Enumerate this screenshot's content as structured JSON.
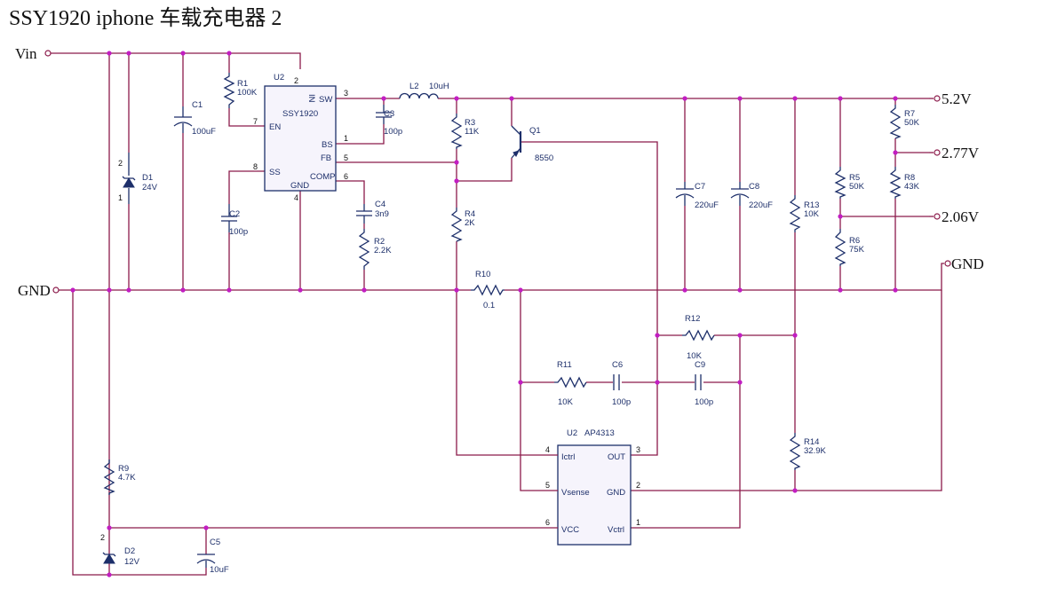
{
  "title": "SSY1920 iphone 车载充电器 2",
  "nets": {
    "vin": "Vin",
    "gnd_left": "GND",
    "gnd_right": "GND",
    "v52": "5.2V",
    "v277": "2.77V",
    "v206": "2.06V"
  },
  "u1": {
    "ref": "U2",
    "name": "SSY1920",
    "pins": {
      "in": "IN",
      "sw": "SW",
      "en": "EN",
      "bs": "BS",
      "fb": "FB",
      "ss": "SS",
      "comp": "COMP",
      "gnd": "GND"
    },
    "pin_numbers": {
      "in": "2",
      "sw": "3",
      "en": "7",
      "bs": "1",
      "fb": "5",
      "ss": "8",
      "comp": "6",
      "gnd": "4"
    }
  },
  "u2": {
    "ref": "U2",
    "name": "AP4313",
    "pins": {
      "ictrl": "Ictrl",
      "out": "OUT",
      "vsense": "Vsense",
      "gnd": "GND",
      "vcc": "VCC",
      "vctrl": "Vctrl"
    },
    "pin_numbers": {
      "ictrl": "4",
      "out": "3",
      "vsense": "5",
      "gnd": "2",
      "vcc": "6",
      "vctrl": "1"
    }
  },
  "components": {
    "c1": {
      "ref": "C1",
      "value": "100uF"
    },
    "d1": {
      "ref": "D1",
      "value": "24V",
      "pin_a": "2",
      "pin_b": "1"
    },
    "r1": {
      "ref": "R1",
      "value": "100K"
    },
    "c2": {
      "ref": "C2",
      "value": "100p"
    },
    "c3": {
      "ref": "C3",
      "value": "100p"
    },
    "c4": {
      "ref": "C4",
      "value": "3n9"
    },
    "r2": {
      "ref": "R2",
      "value": "2.2K"
    },
    "l2": {
      "ref": "L2",
      "value": "10uH"
    },
    "r3": {
      "ref": "R3",
      "value": "11K"
    },
    "r4": {
      "ref": "R4",
      "value": "2K"
    },
    "q1": {
      "ref": "Q1",
      "value": "8550"
    },
    "c7": {
      "ref": "C7",
      "value": "220uF"
    },
    "c8": {
      "ref": "C8",
      "value": "220uF"
    },
    "r13": {
      "ref": "R13",
      "value": "10K"
    },
    "r5": {
      "ref": "R5",
      "value": "50K"
    },
    "r6": {
      "ref": "R6",
      "value": "75K"
    },
    "r7": {
      "ref": "R7",
      "value": "50K"
    },
    "r8": {
      "ref": "R8",
      "value": "43K"
    },
    "r10": {
      "ref": "R10",
      "value": "0.1"
    },
    "r12": {
      "ref": "R12",
      "value": "10K"
    },
    "r11": {
      "ref": "R11",
      "value": "10K"
    },
    "c6": {
      "ref": "C6",
      "value": "100p"
    },
    "c9": {
      "ref": "C9",
      "value": "100p"
    },
    "r14": {
      "ref": "R14",
      "value": "32.9K"
    },
    "r9": {
      "ref": "R9",
      "value": "4.7K"
    },
    "d2": {
      "ref": "D2",
      "value": "12V",
      "pin_a": "2"
    },
    "c5": {
      "ref": "C5",
      "value": "10uF"
    }
  }
}
